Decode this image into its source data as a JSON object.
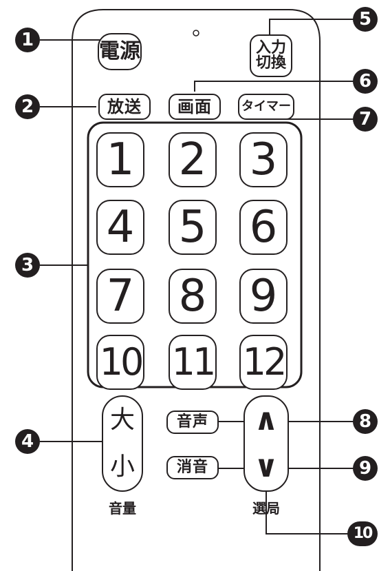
{
  "remote": {
    "power_label": "電源",
    "input_label_top": "入力",
    "input_label_bottom": "切換",
    "broadcast_label": "放送",
    "screen_label": "画面",
    "timer_label": "タイマー",
    "number_keys": [
      "1",
      "2",
      "3",
      "4",
      "5",
      "6",
      "7",
      "8",
      "9",
      "10",
      "11",
      "12"
    ],
    "volume_up_label": "大",
    "volume_down_label": "小",
    "volume_caption": "音量",
    "audio_label": "音声",
    "mute_label": "消音",
    "channel_up_symbol": "∧",
    "channel_down_symbol": "∨",
    "channel_caption": "選局"
  },
  "callouts": [
    "1",
    "2",
    "3",
    "4",
    "5",
    "6",
    "7",
    "8",
    "9",
    "10"
  ],
  "colors": {
    "ink": "#231f20",
    "background": "#ffffff"
  }
}
